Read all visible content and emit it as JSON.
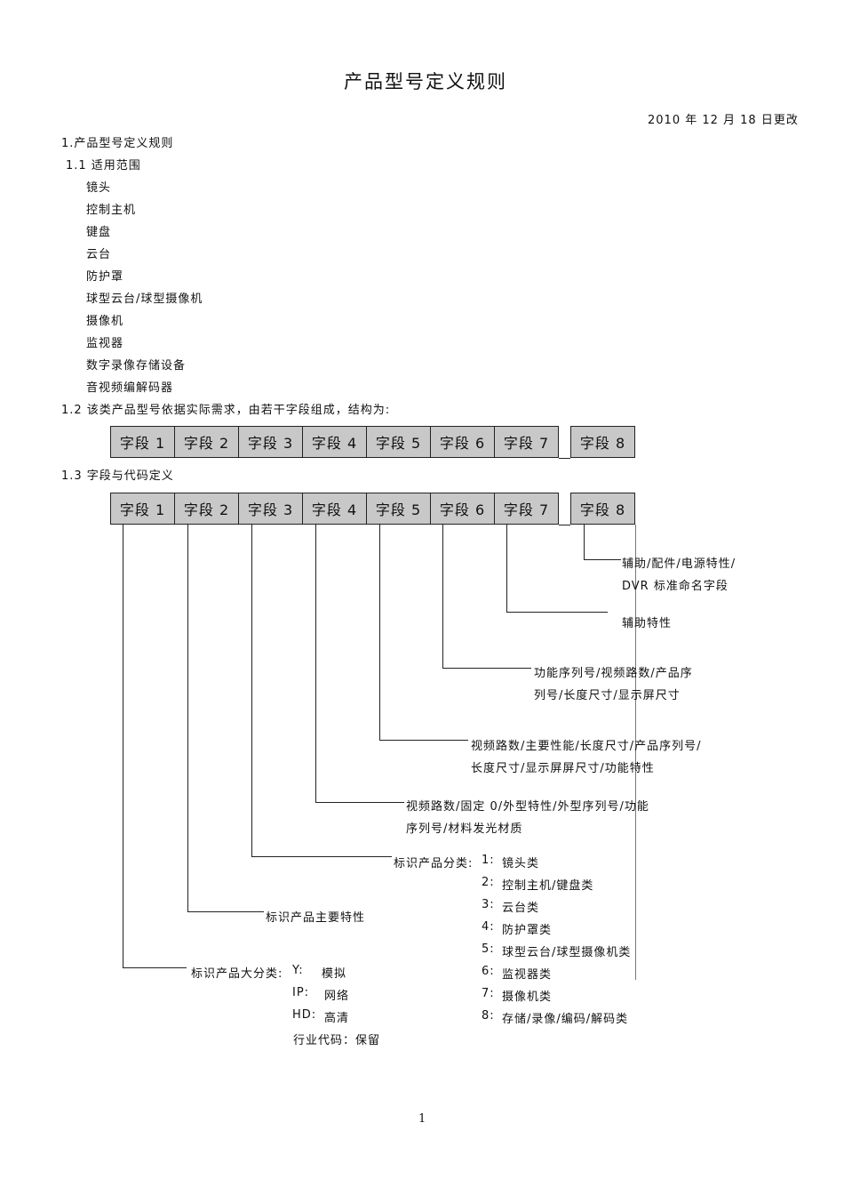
{
  "title": "产品型号定义规则",
  "date": "2010 年 12 月 18 日更改",
  "sections": {
    "s1": "1.产品型号定义规则",
    "s1_1": "1.1 适用范围",
    "scope": [
      "镜头",
      "控制主机",
      "键盘",
      "云台",
      "防护罩",
      "球型云台/球型摄像机",
      "摄像机",
      "监视器",
      "数字录像存储设备",
      "音视频编解码器"
    ],
    "s1_2": "1.2 该类产品型号依据实际需求，由若干字段组成，结构为:",
    "s1_3": "1.3 字段与代码定义"
  },
  "fields": [
    "字段 1",
    "字段 2",
    "字段 3",
    "字段 4",
    "字段 5",
    "字段 6",
    "字段 7",
    "字段 8"
  ],
  "annotations": {
    "f8_l1": "辅助/配件/电源特性/",
    "f8_l2": "DVR 标准命名字段",
    "f7": "辅助特性",
    "f6_l1": "功能序列号/视频路数/产品序",
    "f6_l2": "列号/长度尺寸/显示屏尺寸",
    "f5_l1": "视频路数/主要性能/长度尺寸/产品序列号/",
    "f5_l2": "长度尺寸/显示屏屏尺寸/功能特性",
    "f4_l1": "视频路数/固定 0/外型特性/外型序列号/功能",
    "f4_l2": "序列号/材料发光材质",
    "f3": "标识产品分类:",
    "f2": "标识产品主要特性",
    "f1": "标识产品大分类:"
  },
  "categories": [
    {
      "code": "1:",
      "name": "镜头类"
    },
    {
      "code": "2:",
      "name": "控制主机/键盘类"
    },
    {
      "code": "3:",
      "name": "云台类"
    },
    {
      "code": "4:",
      "name": "防护罩类"
    },
    {
      "code": "5:",
      "name": "球型云台/球型摄像机类"
    },
    {
      "code": "6:",
      "name": "监视器类"
    },
    {
      "code": "7:",
      "name": "摄像机类"
    },
    {
      "code": "8:",
      "name": "存储/录像/编码/解码类"
    }
  ],
  "major_classes": [
    {
      "code": "Y:",
      "name": "模拟"
    },
    {
      "code": "IP:",
      "name": "网络"
    },
    {
      "code": "HD:",
      "name": "高清"
    },
    {
      "code": "",
      "name": "行业代码：保留"
    }
  ],
  "page_number": "1"
}
